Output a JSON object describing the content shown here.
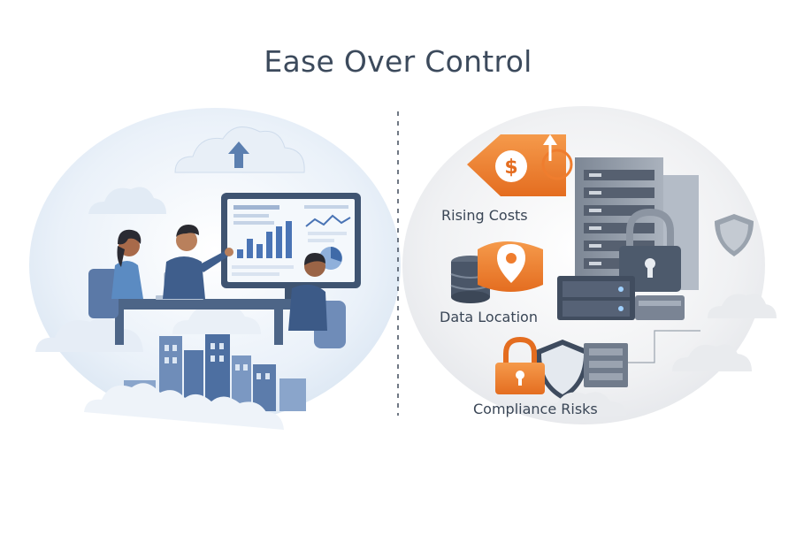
{
  "title": "Ease Over Control",
  "labels": {
    "rising_costs": "Rising Costs",
    "data_location": "Data Location",
    "compliance_risks": "Compliance Risks"
  },
  "icons": {
    "cost_tag": "dollar-price-tag-icon",
    "location": "map-pin-icon",
    "compliance": "padlock-shield-icon",
    "upload": "cloud-upload-icon"
  },
  "colors": {
    "accent_orange": "#ef7d2e",
    "accent_blue": "#4a6fa5",
    "navy": "#3c4a5c"
  }
}
